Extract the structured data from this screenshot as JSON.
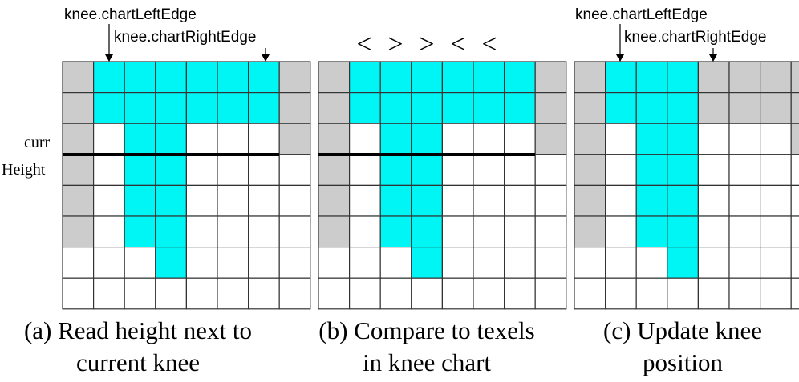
{
  "colors": {
    "cyan": "#00f5f5",
    "gray": "#cccccc",
    "white": "#ffffff",
    "grid": "#333333",
    "heightLine": "#000000"
  },
  "panel_a": {
    "label_left_edge": "knee.chartLeftEdge",
    "label_right_edge": "knee.chartRightEdge",
    "side_label_1": "curr",
    "side_label_2": "Height",
    "caption_line1": "(a) Read height next to",
    "caption_line2": "current knee",
    "grid": [
      "gccccccg",
      "gccccccg",
      "gwccwwwg",
      "gwccwwww",
      "gwccwwww",
      "gwccwwww",
      "wwwcwwww",
      "wwwwwwww"
    ]
  },
  "panel_b": {
    "comparisons": [
      "<",
      ">",
      ">",
      "<",
      "<"
    ],
    "caption_line1": "(b) Compare to texels",
    "caption_line2": "in knee chart",
    "grid": [
      "gccccccg",
      "gccccccg",
      "gwccwwwg",
      "gwccwwww",
      "gwccwwww",
      "gwccwwww",
      "wwwcwwww",
      "wwwwwwww"
    ]
  },
  "panel_c": {
    "label_left_edge": "knee.chartLeftEdge",
    "label_right_edge": "knee.chartRightEdge",
    "caption_line1": "(c) Update knee",
    "caption_line2": "position",
    "grid": [
      "gcccgggg",
      "gcccgggg",
      "gwccwwwg",
      "gwccwwww",
      "gwccwwww",
      "gwccwwww",
      "wwwcwwww",
      "wwwwwwww"
    ]
  }
}
